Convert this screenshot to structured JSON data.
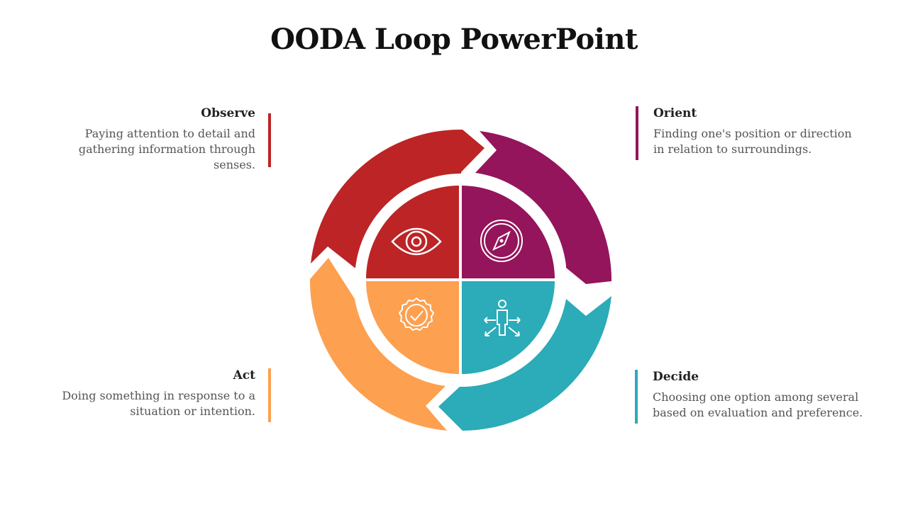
{
  "slide": {
    "title": "OODA Loop PowerPoint"
  },
  "colors": {
    "observe": "#BD2426",
    "orient": "#94155B",
    "decide": "#2CABB8",
    "act": "#FDA050"
  },
  "steps": {
    "observe": {
      "heading": "Observe",
      "text": "Paying attention to detail and gathering information through senses.",
      "icon": "eye-icon"
    },
    "orient": {
      "heading": "Orient",
      "text": "Finding one's position or direction in relation to surroundings.",
      "icon": "compass-icon"
    },
    "decide": {
      "heading": "Decide",
      "text": "Choosing one option among several based on evaluation and preference.",
      "icon": "person-choices-icon"
    },
    "act": {
      "heading": "Act",
      "text": "Doing something in response to a situation or intention.",
      "icon": "approved-badge-icon"
    }
  }
}
